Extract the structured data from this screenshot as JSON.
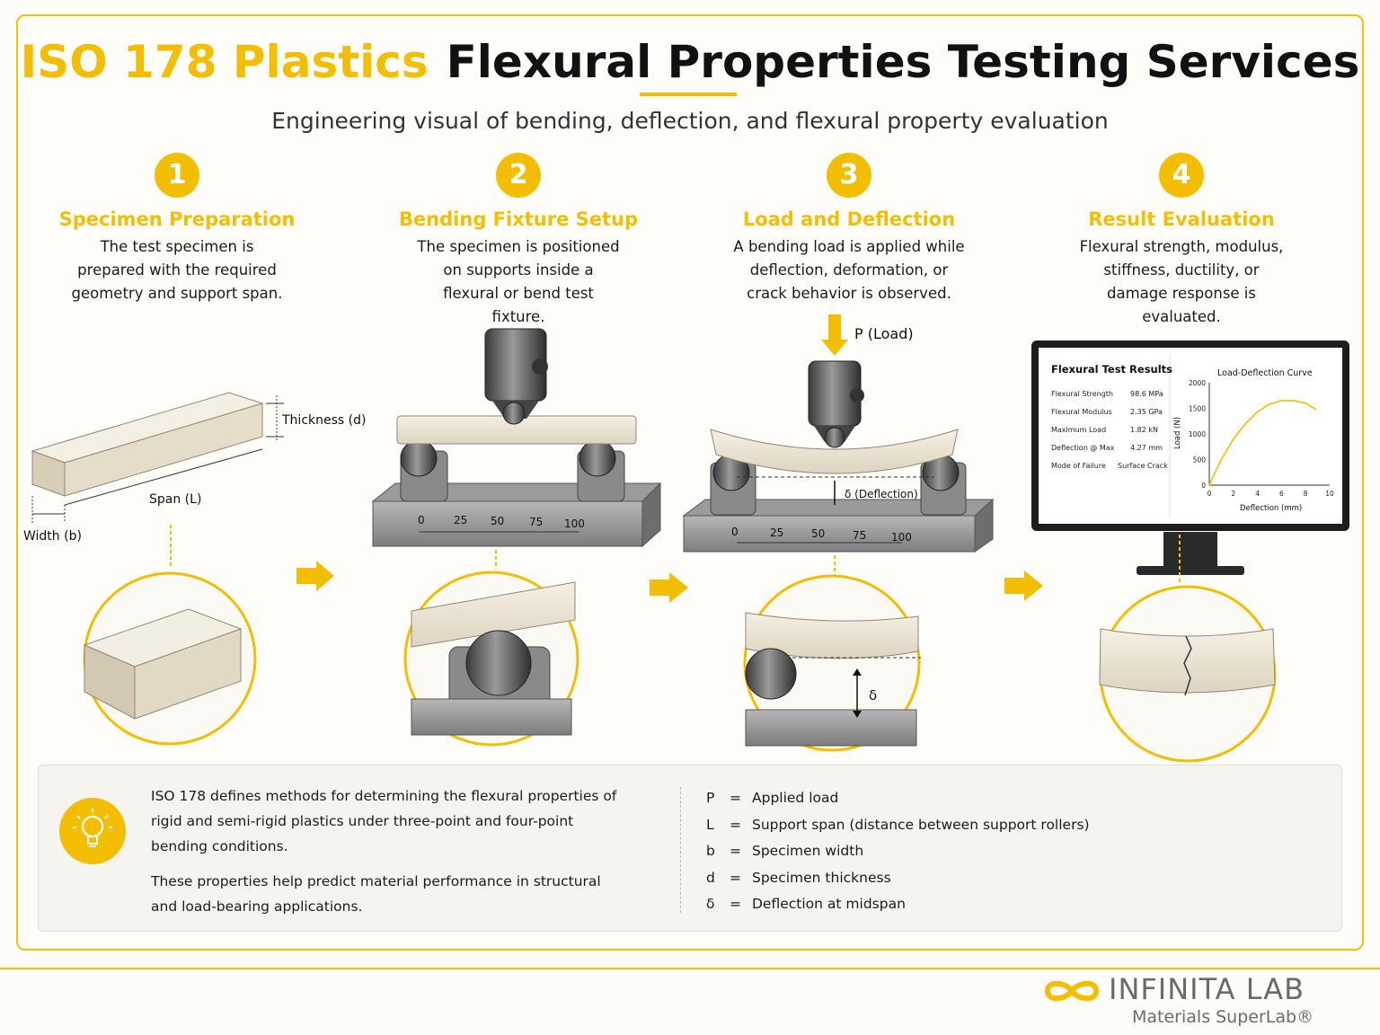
{
  "header": {
    "title_part1": "ISO 178 Plastics",
    "title_part2": "Flexural Properties Testing Services",
    "subtitle": "Engineering visual of bending, deflection, and flexural property evaluation"
  },
  "colors": {
    "accent": "#f3bd00",
    "text": "#1b1b1b",
    "specimen": "#ede6d6",
    "steel": "#8e8e8e"
  },
  "steps": [
    {
      "number": "1",
      "title": "Specimen Preparation",
      "desc": "The test specimen is prepared with the required geometry and support span."
    },
    {
      "number": "2",
      "title": "Bending Fixture Setup",
      "desc": "The specimen is positioned on supports inside a flexural or bend test fixture."
    },
    {
      "number": "3",
      "title": "Load and Deflection",
      "desc": "A bending load is applied while deflection, deformation, or crack behavior is observed."
    },
    {
      "number": "4",
      "title": "Result Evaluation",
      "desc": "Flexural strength, modulus, stiffness, ductility, or damage response is evaluated."
    }
  ],
  "specimen_labels": {
    "thickness": "Thickness (d)",
    "span": "Span (L)",
    "width": "Width (b)"
  },
  "fixture_scale": [
    "0",
    "25",
    "50",
    "75",
    "100"
  ],
  "load_labels": {
    "load": "P (Load)",
    "deflection": "δ (Deflection)",
    "delta": "δ"
  },
  "monitor": {
    "results_title": "Flexural Test Results",
    "results": [
      {
        "label": "Flexural Strength",
        "value": "98.6 MPa"
      },
      {
        "label": "Flexural Modulus",
        "value": "2.35 GPa"
      },
      {
        "label": "Maximum Load",
        "value": "1.82 kN"
      },
      {
        "label": "Deflection @ Max",
        "value": "4.27 mm"
      },
      {
        "label": "Mode of Failure",
        "value": "Surface Crack"
      }
    ]
  },
  "chart_data": {
    "type": "line",
    "title": "Load-Deflection Curve",
    "xlabel": "Deflection (mm)",
    "ylabel": "Load (N)",
    "xlim": [
      0,
      10
    ],
    "ylim": [
      0,
      2000
    ],
    "x_ticks": [
      "0",
      "2",
      "4",
      "6",
      "8",
      "10"
    ],
    "y_ticks": [
      "2000",
      "1500",
      "1000",
      "500",
      "0"
    ],
    "series": [
      {
        "x": [
          0,
          0.5,
          1,
          2,
          3,
          4,
          5,
          6,
          7,
          8,
          8.9
        ],
        "y": [
          0,
          260,
          500,
          900,
          1200,
          1430,
          1580,
          1650,
          1650,
          1600,
          1470
        ]
      }
    ]
  },
  "footer": {
    "para1": "ISO 178 defines methods for determining the flexural properties of rigid and semi-rigid plastics under three-point and four-point bending conditions.",
    "para2": "These properties help predict material performance in structural and load-bearing applications.",
    "legend": [
      {
        "symbol": "P",
        "eq": "=",
        "desc": "Applied load"
      },
      {
        "symbol": "L",
        "eq": "=",
        "desc": "Support span (distance between support rollers)"
      },
      {
        "symbol": "b",
        "eq": "=",
        "desc": "Specimen width"
      },
      {
        "symbol": "d",
        "eq": "=",
        "desc": "Specimen thickness"
      },
      {
        "symbol": "δ",
        "eq": "=",
        "desc": "Deflection at midspan"
      }
    ]
  },
  "brand": {
    "name": "INFINITA LAB",
    "tagline": "Materials SuperLab®"
  }
}
